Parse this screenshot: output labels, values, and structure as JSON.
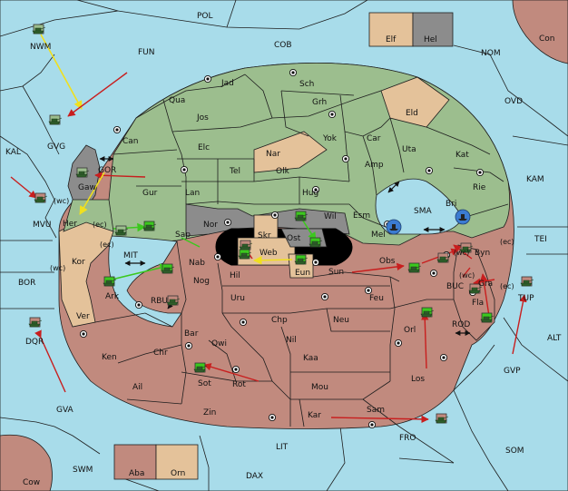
{
  "colors": {
    "sea": "#a8dcea",
    "green_power": "#9cbe8e",
    "red_power": "#c18a7e",
    "neutral": "#e4c29a",
    "grey_power": "#8c8c8c",
    "move_red": "#c81e1e",
    "move_yellow": "#f0e01e",
    "move_green": "#3cc81e",
    "border": "#1d1d1d"
  },
  "icons": {
    "supply_center": "supply-center-icon",
    "army": "army-icon",
    "fleet": "fleet-icon",
    "convoy": "convoy-arrow-icon"
  },
  "sea_labels": [
    {
      "id": "pol",
      "text": "POL"
    },
    {
      "id": "fun",
      "text": "FUN"
    },
    {
      "id": "cob",
      "text": "COB"
    },
    {
      "id": "nom",
      "text": "NOM"
    },
    {
      "id": "con",
      "text": "Con"
    },
    {
      "id": "ovd",
      "text": "OVD"
    },
    {
      "id": "kam",
      "text": "KAM"
    },
    {
      "id": "tei",
      "text": "TEI"
    },
    {
      "id": "alt",
      "text": "ALT"
    },
    {
      "id": "kal",
      "text": "KAL"
    },
    {
      "id": "bor",
      "text": "BOR"
    },
    {
      "id": "gva",
      "text": "GVA"
    },
    {
      "id": "swm",
      "text": "SWM"
    },
    {
      "id": "lit",
      "text": "LIT"
    },
    {
      "id": "dax",
      "text": "DAX"
    },
    {
      "id": "fro",
      "text": "FRO"
    },
    {
      "id": "som",
      "text": "SOM"
    },
    {
      "id": "gvp",
      "text": "GVP"
    },
    {
      "id": "sma",
      "text": "SMA"
    },
    {
      "id": "mit",
      "text": "MIT"
    },
    {
      "id": "rbu",
      "text": "RBU"
    },
    {
      "id": "gor",
      "text": "GOR"
    },
    {
      "id": "rod",
      "text": "ROD"
    },
    {
      "id": "buc",
      "text": "BUC"
    },
    {
      "id": "nwm",
      "text": "NWM"
    },
    {
      "id": "gvg",
      "text": "GVG"
    },
    {
      "id": "mvu",
      "text": "MVU"
    },
    {
      "id": "dqr",
      "text": "DQR"
    },
    {
      "id": "tup",
      "text": "TUP"
    },
    {
      "id": "cow",
      "text": "Cow"
    }
  ],
  "land_labels": [
    {
      "id": "elf",
      "text": "Elf"
    },
    {
      "id": "hel",
      "text": "Hel"
    },
    {
      "id": "aba",
      "text": "Aba"
    },
    {
      "id": "orn",
      "text": "Orn"
    },
    {
      "id": "jad",
      "text": "Jad"
    },
    {
      "id": "sch",
      "text": "Sch"
    },
    {
      "id": "qua",
      "text": "Qua"
    },
    {
      "id": "jos",
      "text": "Jos"
    },
    {
      "id": "grh",
      "text": "Grh"
    },
    {
      "id": "eld",
      "text": "Eld"
    },
    {
      "id": "can",
      "text": "Can"
    },
    {
      "id": "yok",
      "text": "Yok"
    },
    {
      "id": "car",
      "text": "Car"
    },
    {
      "id": "uta",
      "text": "Uta"
    },
    {
      "id": "kat",
      "text": "Kat"
    },
    {
      "id": "elc",
      "text": "Elc"
    },
    {
      "id": "nar",
      "text": "Nar"
    },
    {
      "id": "amp",
      "text": "Amp"
    },
    {
      "id": "tel",
      "text": "Tel"
    },
    {
      "id": "olk",
      "text": "Olk"
    },
    {
      "id": "gur",
      "text": "Gur"
    },
    {
      "id": "lan",
      "text": "Lan"
    },
    {
      "id": "hug",
      "text": "Hug"
    },
    {
      "id": "rie",
      "text": "Rie"
    },
    {
      "id": "gaw",
      "text": "Gaw"
    },
    {
      "id": "bri",
      "text": "Bri"
    },
    {
      "id": "her",
      "text": "Her"
    },
    {
      "id": "nor",
      "text": "Nor"
    },
    {
      "id": "skr",
      "text": "Skr"
    },
    {
      "id": "wil",
      "text": "Wil"
    },
    {
      "id": "esm",
      "text": "Esm"
    },
    {
      "id": "sap",
      "text": "Sap"
    },
    {
      "id": "ost",
      "text": "Ost"
    },
    {
      "id": "mel",
      "text": "Mel"
    },
    {
      "id": "web",
      "text": "Web"
    },
    {
      "id": "byn",
      "text": "Byn"
    },
    {
      "id": "kor",
      "text": "Kor"
    },
    {
      "id": "nab",
      "text": "Nab"
    },
    {
      "id": "obs",
      "text": "Obs"
    },
    {
      "id": "hil",
      "text": "Hil"
    },
    {
      "id": "eun",
      "text": "Eun"
    },
    {
      "id": "sun",
      "text": "Sun"
    },
    {
      "id": "ark",
      "text": "Ark"
    },
    {
      "id": "nog",
      "text": "Nog"
    },
    {
      "id": "uru",
      "text": "Uru"
    },
    {
      "id": "feu",
      "text": "Feu"
    },
    {
      "id": "gra",
      "text": "Gra"
    },
    {
      "id": "fla",
      "text": "Fla"
    },
    {
      "id": "ver",
      "text": "Ver"
    },
    {
      "id": "chp",
      "text": "Chp"
    },
    {
      "id": "neu",
      "text": "Neu"
    },
    {
      "id": "orl",
      "text": "Orl"
    },
    {
      "id": "bar",
      "text": "Bar"
    },
    {
      "id": "qwi",
      "text": "Qwi"
    },
    {
      "id": "nil",
      "text": "Nil"
    },
    {
      "id": "ken",
      "text": "Ken"
    },
    {
      "id": "chr",
      "text": "Chr"
    },
    {
      "id": "kaa",
      "text": "Kaa"
    },
    {
      "id": "sot",
      "text": "Sot"
    },
    {
      "id": "rot",
      "text": "Rot"
    },
    {
      "id": "los",
      "text": "Los"
    },
    {
      "id": "ail",
      "text": "Ail"
    },
    {
      "id": "mou",
      "text": "Mou"
    },
    {
      "id": "zin",
      "text": "Zin"
    },
    {
      "id": "kar",
      "text": "Kar"
    },
    {
      "id": "sam",
      "text": "Sam"
    }
  ],
  "coast_labels": [
    {
      "id": "gaw_wc",
      "text": "(wc)"
    },
    {
      "id": "her_ec",
      "text": "(ec)"
    },
    {
      "id": "kor_ec",
      "text": "(ec)"
    },
    {
      "id": "kor_wc",
      "text": "(wc)"
    },
    {
      "id": "byn_ec",
      "text": "(ec)"
    },
    {
      "id": "bri_wc",
      "text": "(wc)"
    },
    {
      "id": "gra_ec",
      "text": "(ec)"
    },
    {
      "id": "byn_wc",
      "text": "(wc)"
    }
  ]
}
